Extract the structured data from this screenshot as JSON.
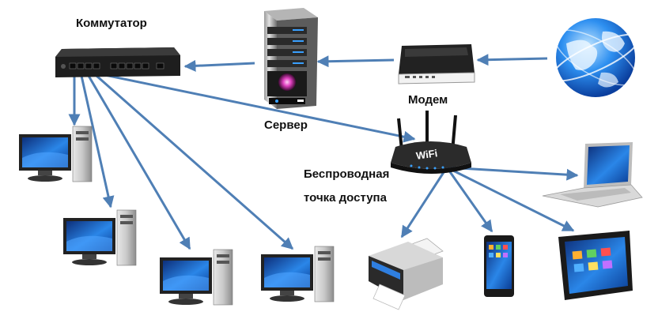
{
  "labels": {
    "switch": "Коммутатор",
    "server": "Сервер",
    "modem": "Модем",
    "access_point_line1": "Беспроводная",
    "access_point_line2": "точка доступа"
  },
  "wifi_logo": "WiFi",
  "colors": {
    "arrow": "#4f7fb5",
    "device_dark": "#1c1c1c",
    "screen_blue": "#1f6fd6",
    "globe_blue": "#1f78e0",
    "server_glow": "#e040c0"
  },
  "icons": [
    "globe-icon",
    "modem-icon",
    "server-icon",
    "switch-icon",
    "wifi-router-icon",
    "desktop-computer-icon",
    "laptop-icon",
    "printer-icon",
    "smartphone-icon",
    "tablet-icon"
  ]
}
